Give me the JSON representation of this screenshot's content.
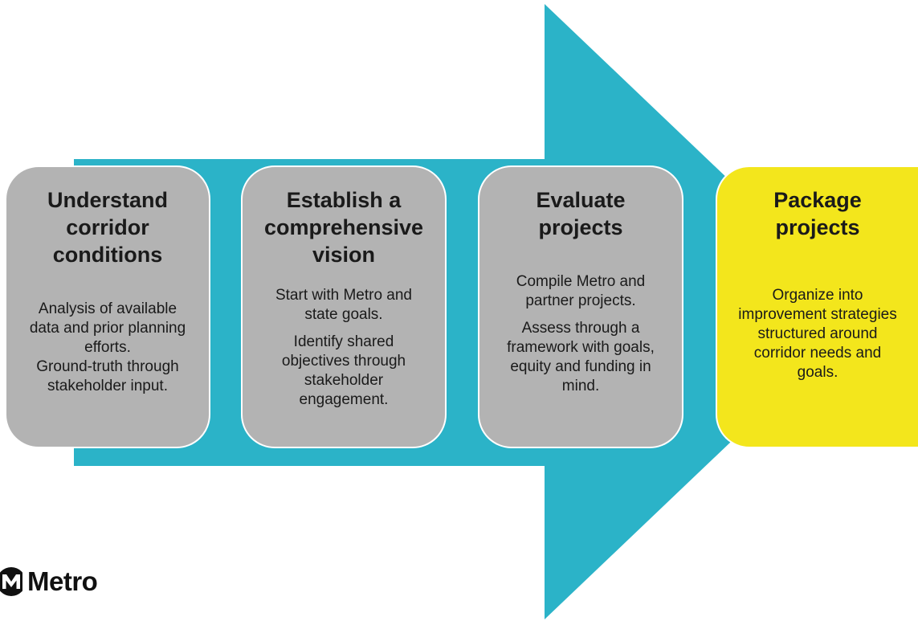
{
  "colors": {
    "arrow": "#2bb3c8",
    "step_fill": "#b3b3b3",
    "final_step_fill": "#f3e61c",
    "text": "#1a1a1a"
  },
  "steps": [
    {
      "title": "Understand corridor conditions",
      "body": [
        "Analysis of available data and prior planning efforts.",
        "Ground-truth through stakeholder input."
      ]
    },
    {
      "title": "Establish a comprehensive vision",
      "body": [
        "Start with Metro and state goals.",
        "Identify shared objectives through stakeholder engagement."
      ]
    },
    {
      "title": "Evaluate projects",
      "body": [
        "Compile Metro and partner projects.",
        "Assess through a framework with goals, equity and funding in mind."
      ]
    },
    {
      "title": "Package projects",
      "body": [
        "Organize into improvement strategies structured around corridor needs and goals."
      ]
    }
  ],
  "logo": {
    "text": "Metro",
    "icon": "metro-m-icon"
  }
}
